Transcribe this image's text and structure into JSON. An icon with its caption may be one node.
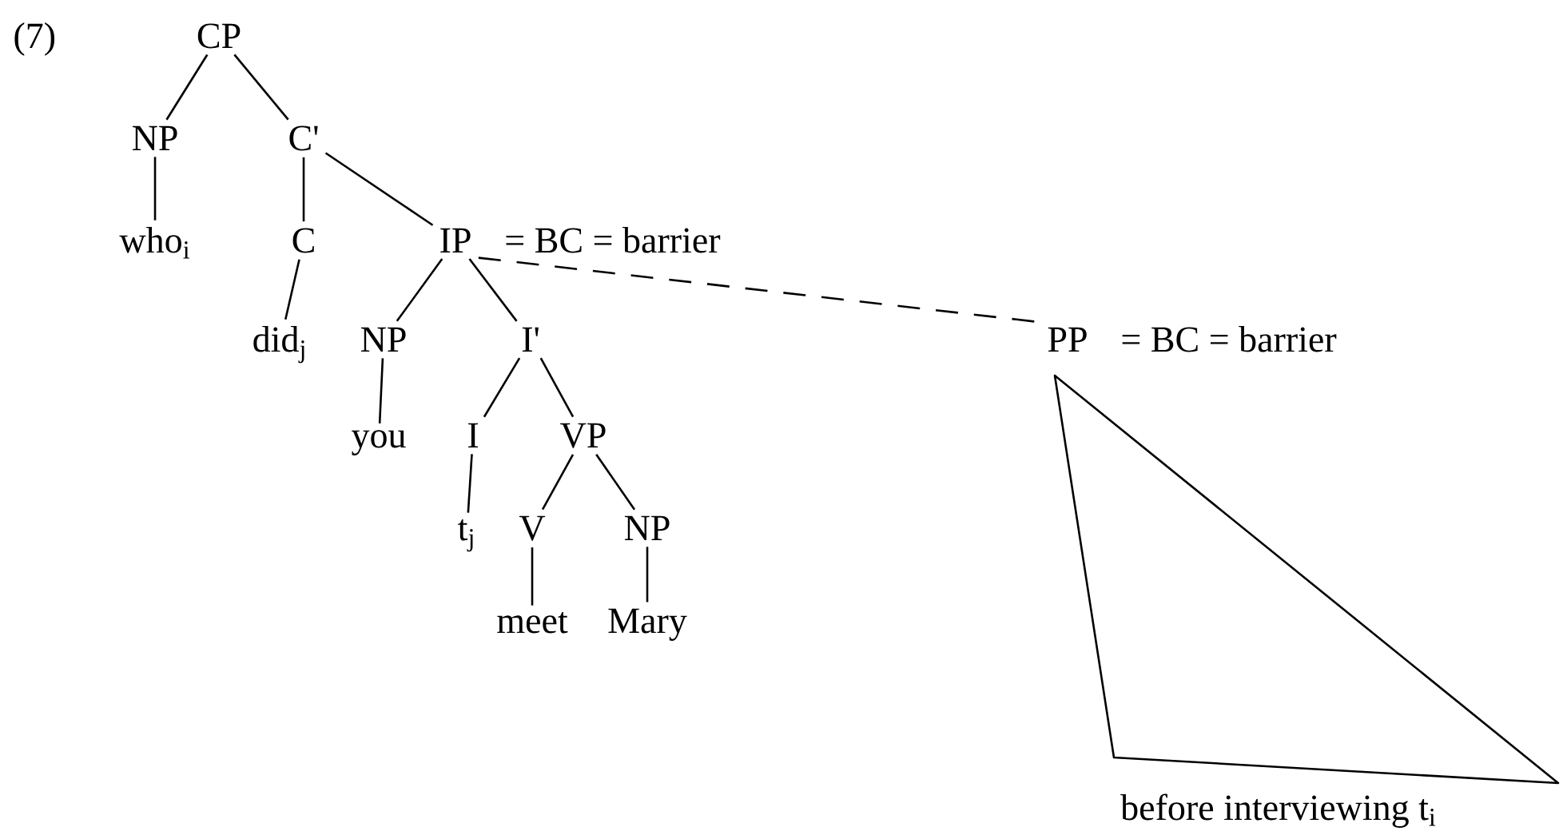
{
  "diagram": {
    "nodes": [
      {
        "text": [
          "CP"
        ]
      },
      {
        "text": [
          "NP"
        ]
      },
      {
        "text": [
          "C'"
        ]
      },
      {
        "text": [
          "who$_{i}$"
        ]
      },
      {
        "text": [
          "C"
        ]
      },
      {
        "text": [
          "IP"
        ],
        "beside": [
          "= BC = barrier"
        ]
      },
      {
        "text": [
          "did$_{j}$"
        ]
      },
      {
        "text": [
          "NP"
        ]
      },
      {
        "text": [
          "I'"
        ]
      },
      {
        "text": [
          "you"
        ]
      },
      {
        "text": [
          "I"
        ]
      },
      {
        "text": [
          "VP"
        ]
      },
      {
        "text": [
          "t$_{j}$"
        ]
      },
      {
        "text": [
          "V"
        ]
      },
      {
        "text": [
          "NP"
        ]
      },
      {
        "text": [
          "meet"
        ]
      },
      {
        "text": [
          "Mary"
        ]
      },
      {
        "text": [
          "PP"
        ],
        "beside": [
          "= BC = barrier"
        ]
      },
      {
        "text": [
          "before interviewing t$_{i}$"
        ]
      }
    ],
    "edges": [
      {
        "from": 0,
        "to": 1,
        "arrow": "none"
      },
      {
        "from": 0,
        "to": 2,
        "arrow": "none"
      },
      {
        "from": 1,
        "to": 3,
        "arrow": "none"
      },
      {
        "from": 2,
        "to": 4,
        "arrow": "none"
      },
      {
        "from": 2,
        "to": 5,
        "arrow": "none"
      },
      {
        "from": 4,
        "to": 6,
        "arrow": "none"
      },
      {
        "from": 5,
        "to": 7,
        "arrow": "none"
      },
      {
        "from": 5,
        "to": 8,
        "arrow": "none"
      },
      {
        "from": 5,
        "to": 17,
        "arrow": "none",
        "style": "dashed"
      },
      {
        "from": 7,
        "to": 9,
        "arrow": "none"
      },
      {
        "from": 8,
        "to": 10,
        "arrow": "none"
      },
      {
        "from": 8,
        "to": 11,
        "arrow": "none"
      },
      {
        "from": 10,
        "to": 12,
        "arrow": "none"
      },
      {
        "from": 11,
        "to": 13,
        "arrow": "none"
      },
      {
        "from": 11,
        "to": 14,
        "arrow": "none"
      },
      {
        "from": 13,
        "to": 15,
        "arrow": "none"
      },
      {
        "from": 14,
        "to": 16,
        "arrow": "none"
      }
    ],
    "labels": [
      "(7)"
    ]
  }
}
